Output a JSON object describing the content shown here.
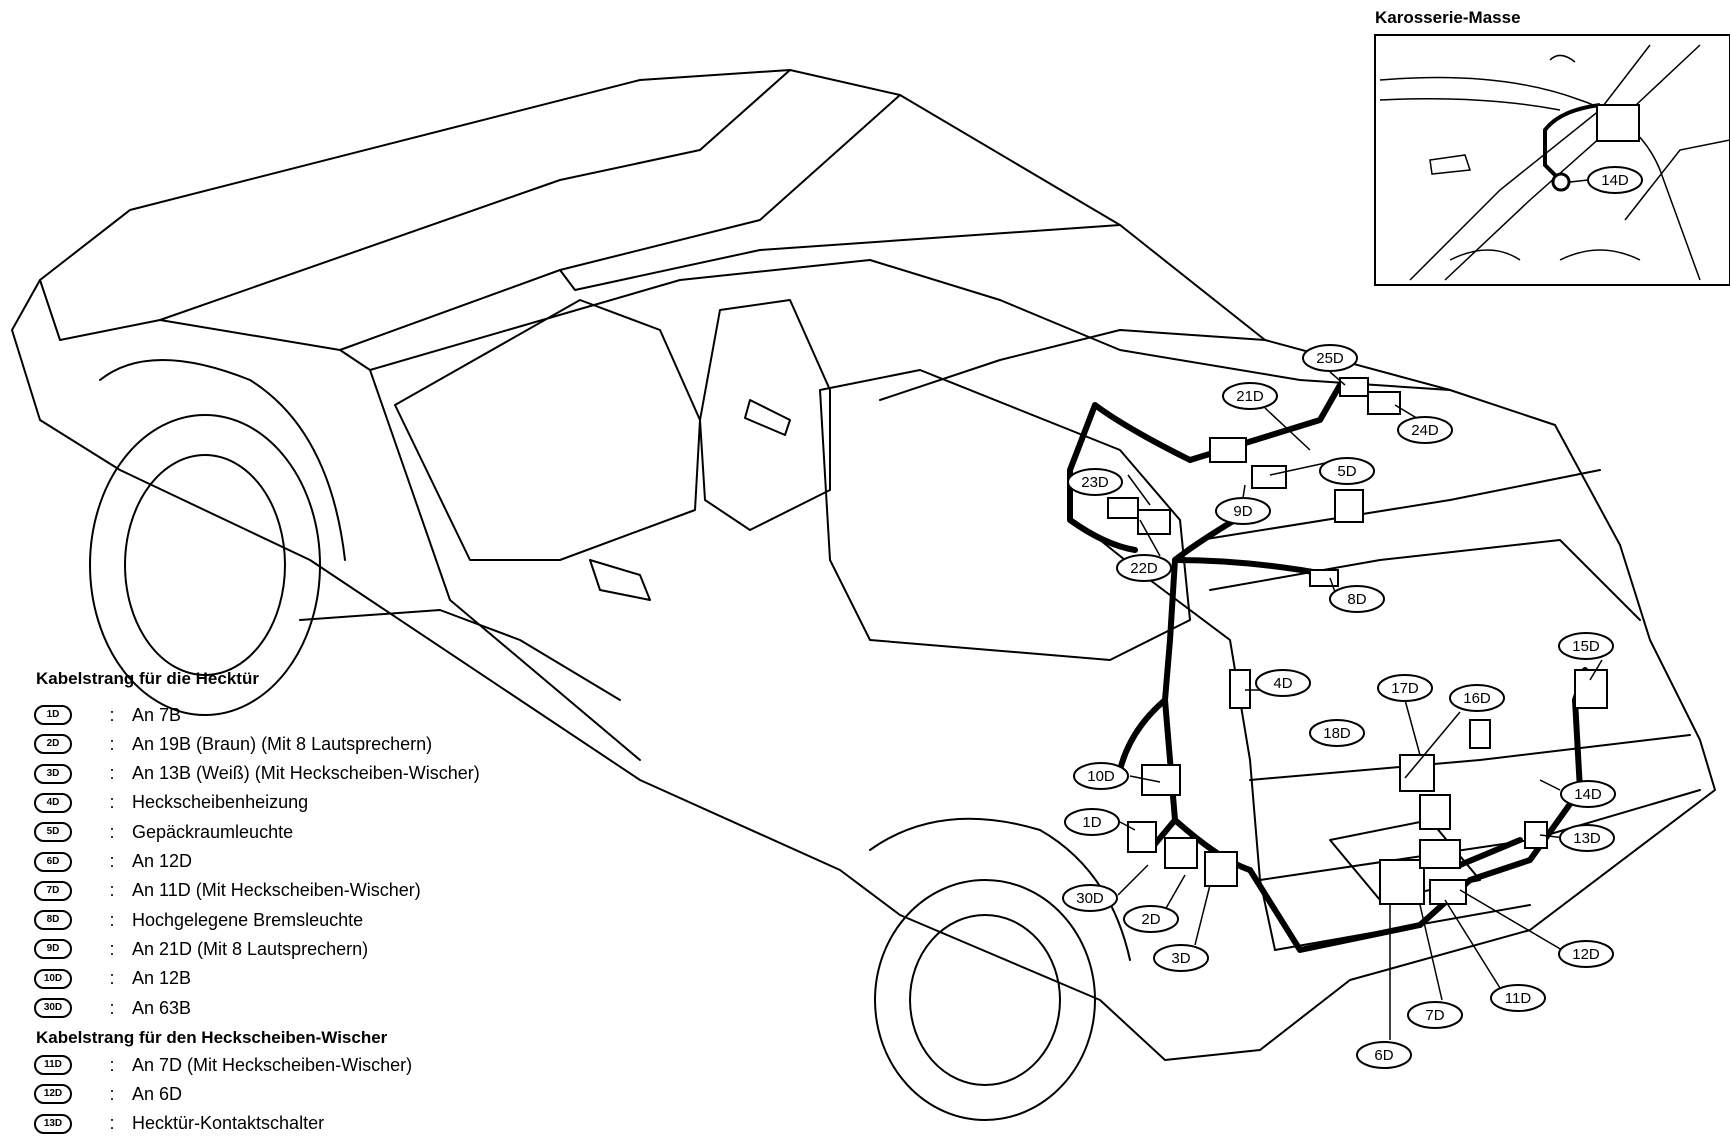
{
  "inset": {
    "title": "Karosserie-Masse",
    "label": "14D"
  },
  "callouts": [
    "25D",
    "21D",
    "24D",
    "23D",
    "5D",
    "9D",
    "22D",
    "8D",
    "4D",
    "15D",
    "17D",
    "16D",
    "18D",
    "10D",
    "14D",
    "1D",
    "13D",
    "30D",
    "2D",
    "12D",
    "3D",
    "11D",
    "7D",
    "6D"
  ],
  "legend": {
    "section1_title": "Kabelstrang für die Hecktür",
    "section1_items": [
      {
        "code": "1D",
        "text": "An 7B"
      },
      {
        "code": "2D",
        "text": "An 19B (Braun) (Mit 8 Lautsprechern)"
      },
      {
        "code": "3D",
        "text": "An 13B (Weiß) (Mit Heckscheiben-Wischer)"
      },
      {
        "code": "4D",
        "text": "Heckscheibenheizung"
      },
      {
        "code": "5D",
        "text": "Gepäckraumleuchte"
      },
      {
        "code": "6D",
        "text": "An 12D"
      },
      {
        "code": "7D",
        "text": "An 11D (Mit Heckscheiben-Wischer)"
      },
      {
        "code": "8D",
        "text": "Hochgelegene Bremsleuchte"
      },
      {
        "code": "9D",
        "text": "An 21D (Mit 8 Lautsprechern)"
      },
      {
        "code": "10D",
        "text": "An 12B"
      },
      {
        "code": "30D",
        "text": "An 63B"
      }
    ],
    "section2_title": "Kabelstrang für den Heckscheiben-Wischer",
    "section2_items": [
      {
        "code": "11D",
        "text": "An 7D (Mit Heckscheiben-Wischer)"
      },
      {
        "code": "12D",
        "text": "An 6D"
      },
      {
        "code": "13D",
        "text": "Hecktür-Kontaktschalter"
      }
    ]
  }
}
